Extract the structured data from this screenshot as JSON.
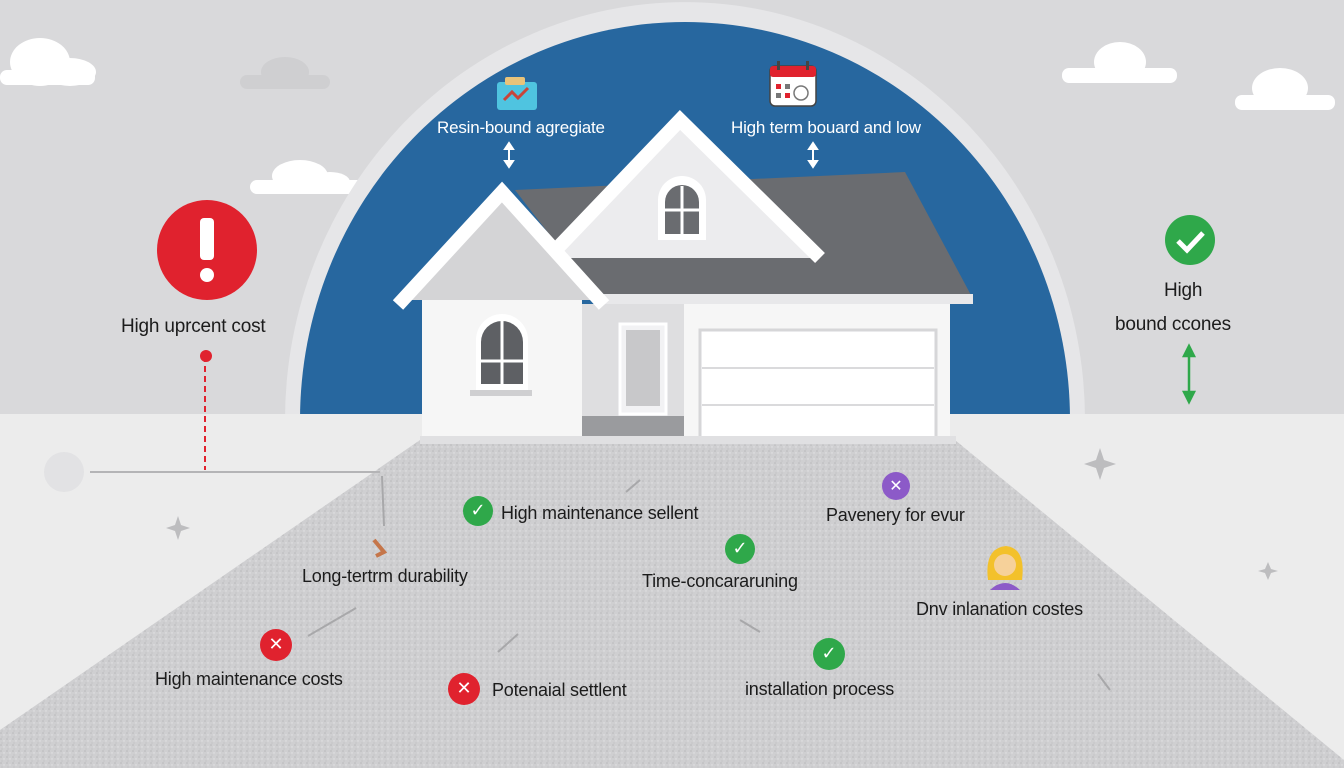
{
  "labels": {
    "top_left": "Resin-bound agregiate",
    "top_right": "High term bouard and low",
    "left": "High uprcent cost",
    "right_line1": "High",
    "right_line2": "bound ccones",
    "item1": "High maintenance sellent",
    "item2": "Pavenery for evur",
    "item3": "Long-tertrm durability",
    "item4": "Time-concararuning",
    "item5": "Dnv inlanation costes",
    "item6": "High maintenance costs",
    "item7": "Potenaial settlent",
    "item8": "installation process"
  },
  "icons": {
    "top_left": "wallet-icon",
    "top_right": "calendar-icon",
    "left": "exclamation-alert-icon",
    "right": "green-check-icon",
    "item1": "green-check-icon",
    "item2": "purple-x-icon",
    "item3": "pipe-icon",
    "item4": "green-check-icon",
    "item5": "person-face-icon",
    "item6": "red-x-icon",
    "item7": "red-x-icon",
    "item8": "green-check-icon"
  },
  "colors": {
    "sky": "#d9d9db",
    "dome": "#27679f",
    "ground": "#ececec",
    "driveway": "#c9c9cb",
    "roof": "#6a6c70",
    "wall": "#f6f6f6",
    "good": "#2fa84a",
    "bad": "#e0222e",
    "accent_purple": "#8c5ac8"
  }
}
